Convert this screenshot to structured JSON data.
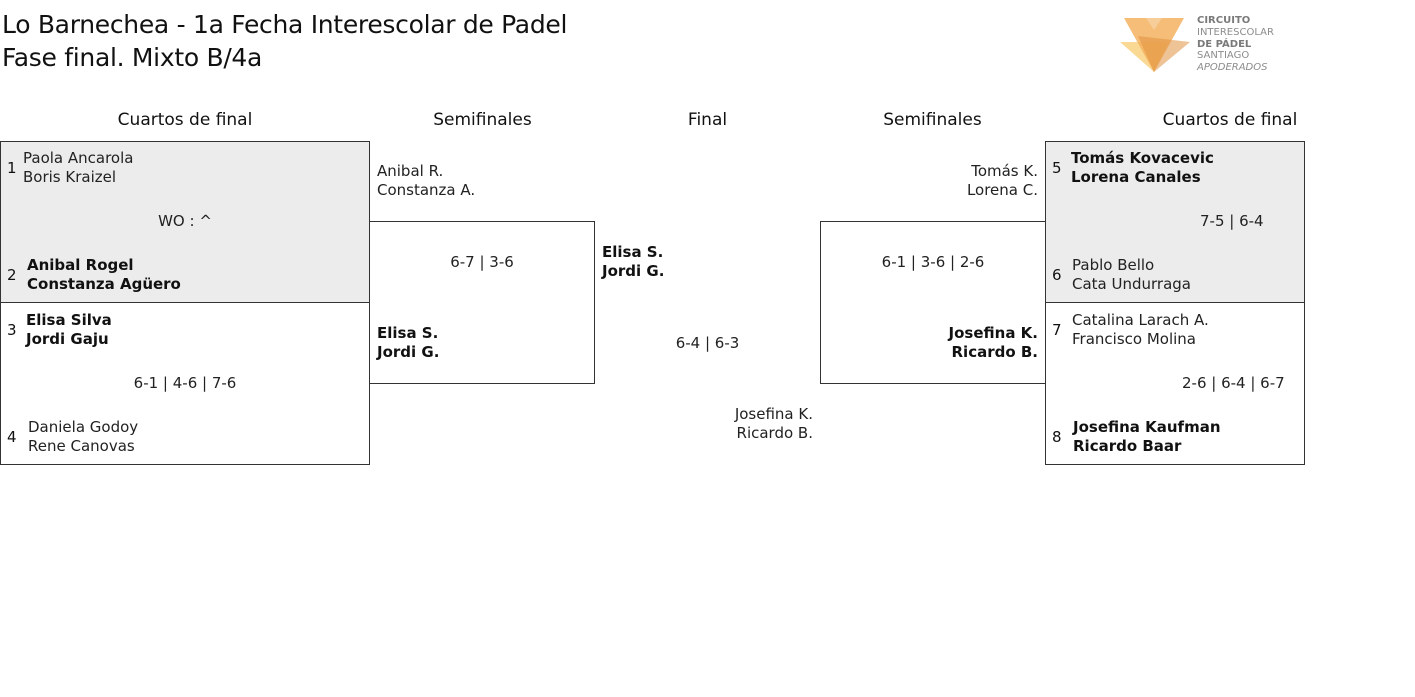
{
  "header": {
    "title_line1": "Lo Barnechea - 1a Fecha Interescolar de Padel",
    "title_line2": "Fase final. Mixto B/4a"
  },
  "logo": {
    "line1": "CIRCUITO",
    "line2": "INTERESCOLAR",
    "line3": "DE PÁDEL",
    "line4": "SANTIAGO",
    "line5": "APODERADOS",
    "colors": {
      "light": "#f9d58a",
      "mid": "#f3b15f",
      "dark": "#e0913f"
    }
  },
  "rounds": {
    "left_quarters": "Cuartos de final",
    "left_semis": "Semifinales",
    "final": "Final",
    "right_semis": "Semifinales",
    "right_quarters": "Cuartos de final"
  },
  "left_quarters": [
    {
      "score": "WO : ^",
      "top": {
        "seed": "1",
        "p1": "Paola Ancarola",
        "p2": "Boris Kraizel"
      },
      "bottom": {
        "seed": "2",
        "p1": "Anibal Rogel",
        "p2": "Constanza Agüero"
      }
    },
    {
      "score": "6-1 | 4-6 | 7-6",
      "top": {
        "seed": "3",
        "p1": "Elisa Silva",
        "p2": "Jordi Gaju"
      },
      "bottom": {
        "seed": "4",
        "p1": "Daniela Godoy",
        "p2": "Rene Canovas"
      }
    }
  ],
  "right_quarters": [
    {
      "score": "7-5 | 6-4",
      "top": {
        "seed": "5",
        "p1": "Tomás Kovacevic",
        "p2": "Lorena Canales"
      },
      "bottom": {
        "seed": "6",
        "p1": "Pablo Bello",
        "p2": "Cata Undurraga"
      }
    },
    {
      "score": "2-6 | 6-4 | 6-7",
      "top": {
        "seed": "7",
        "p1": "Catalina Larach A.",
        "p2": "Francisco Molina"
      },
      "bottom": {
        "seed": "8",
        "p1": "Josefina Kaufman",
        "p2": "Ricardo Baar"
      }
    }
  ],
  "left_semi": {
    "top": {
      "p1": "Anibal R.",
      "p2": "Constanza A."
    },
    "score": "6-7 | 3-6",
    "bottom": {
      "p1": "Elisa S.",
      "p2": "Jordi G."
    }
  },
  "right_semi": {
    "top": {
      "p1": "Tomás K.",
      "p2": "Lorena C."
    },
    "score": "6-1 | 3-6 | 2-6",
    "bottom": {
      "p1": "Josefina K.",
      "p2": "Ricardo B."
    }
  },
  "final": {
    "left": {
      "p1": "Elisa S.",
      "p2": "Jordi G."
    },
    "score": "6-4 | 6-3",
    "right": {
      "p1": "Josefina K.",
      "p2": "Ricardo B."
    }
  }
}
